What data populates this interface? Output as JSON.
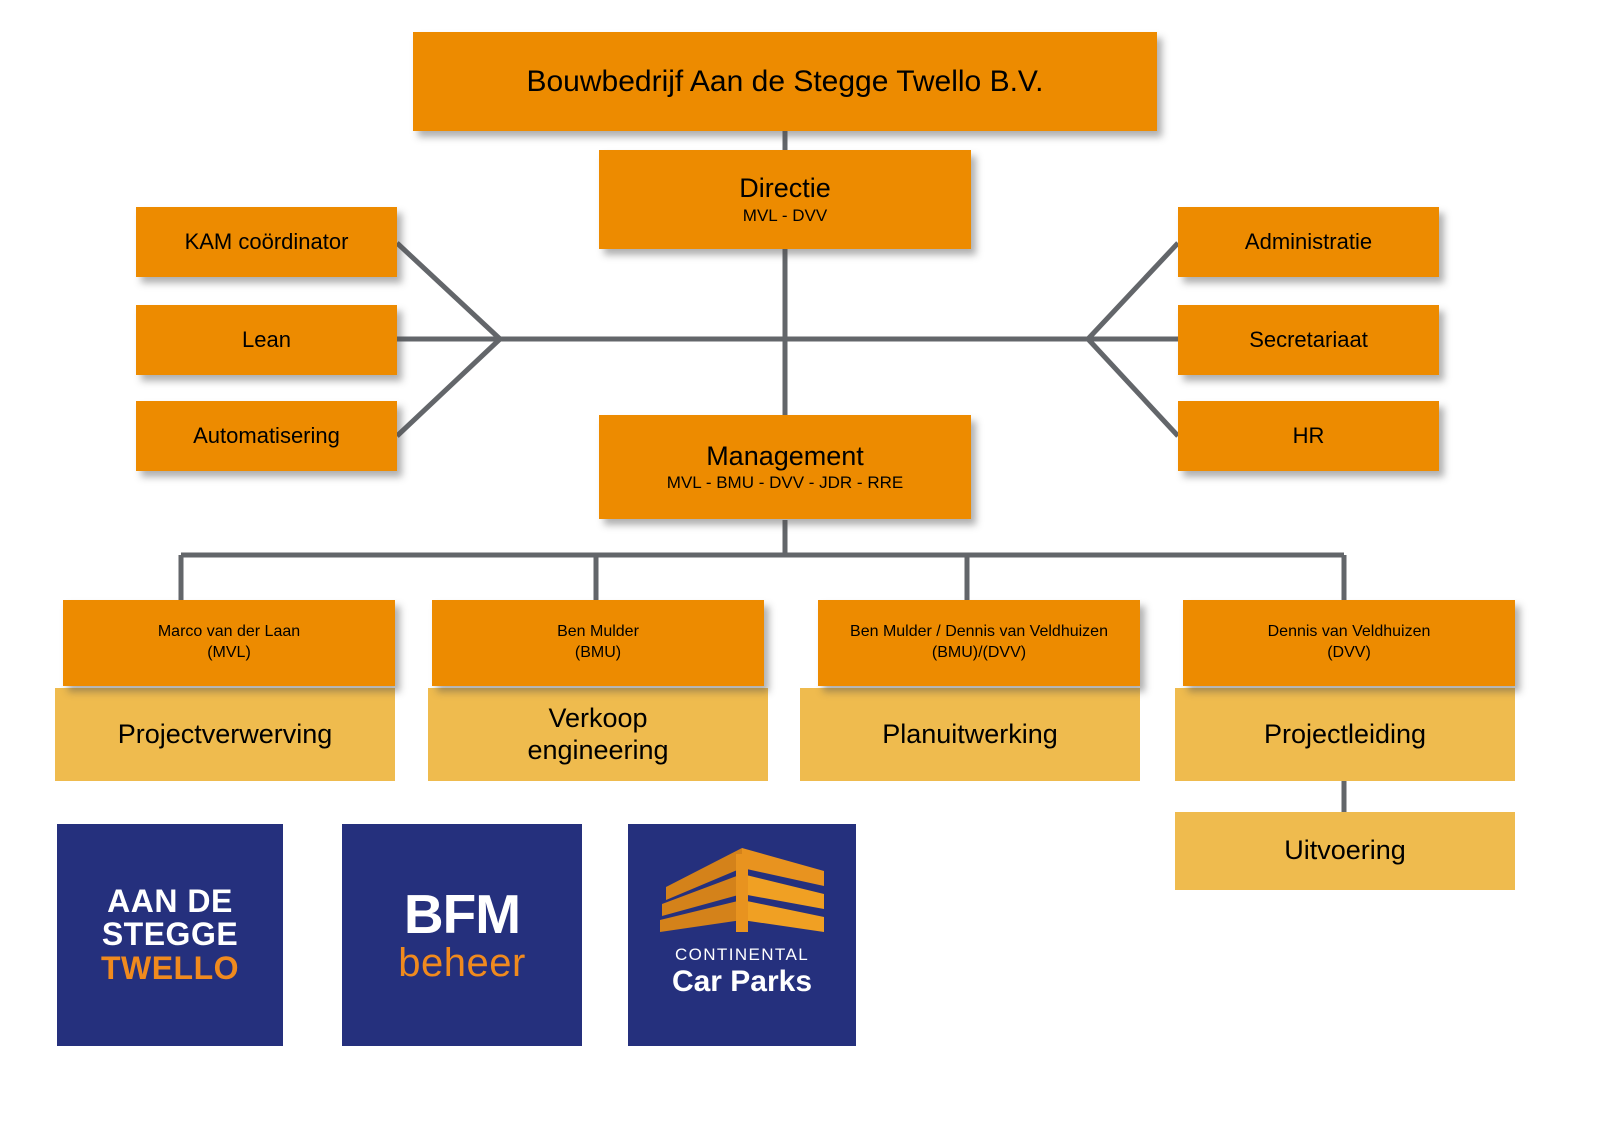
{
  "org": {
    "company": {
      "title": "Bouwbedrijf Aan de Stegge Twello B.V."
    },
    "directie": {
      "title": "Directie",
      "subtitle": "MVL - DVV"
    },
    "management": {
      "title": "Management",
      "subtitle": "MVL - BMU - DVV - JDR - RRE"
    },
    "staff_left": [
      {
        "label": "KAM coördinator"
      },
      {
        "label": "Lean"
      },
      {
        "label": "Automatisering"
      }
    ],
    "staff_right": [
      {
        "label": "Administratie"
      },
      {
        "label": "Secretariaat"
      },
      {
        "label": "HR"
      }
    ],
    "departments": [
      {
        "person": "Marco van der Laan",
        "initials": "(MVL)",
        "department": "Projectverwerving"
      },
      {
        "person": "Ben Mulder",
        "initials": "(BMU)",
        "department_line1": "Verkoop",
        "department_line2": "engineering"
      },
      {
        "person": "Ben Mulder / Dennis van Veldhuizen",
        "initials": "(BMU)/(DVV)",
        "department": "Planuitwerking"
      },
      {
        "person": "Dennis van Veldhuizen",
        "initials": "(DVV)",
        "department": "Projectleiding"
      }
    ],
    "sub_department": {
      "label": "Uitvoering"
    }
  },
  "logos": [
    {
      "name": "aan-de-stegge-twello",
      "line1": "AAN DE",
      "line2": "STEGGE",
      "line3": "TWELLO"
    },
    {
      "name": "bfm-beheer",
      "line1": "BFM",
      "line2": "beheer"
    },
    {
      "name": "continental-car-parks",
      "line1": "CONTINENTAL",
      "line2": "Car Parks"
    }
  ],
  "colors": {
    "orange": "#ED8B00",
    "yellow": "#EFBB4E",
    "connector": "#63666A",
    "logo_navy": "#25307D",
    "logo_orange": "#F08A1E",
    "text": "#000000",
    "background": "#FFFFFF"
  }
}
